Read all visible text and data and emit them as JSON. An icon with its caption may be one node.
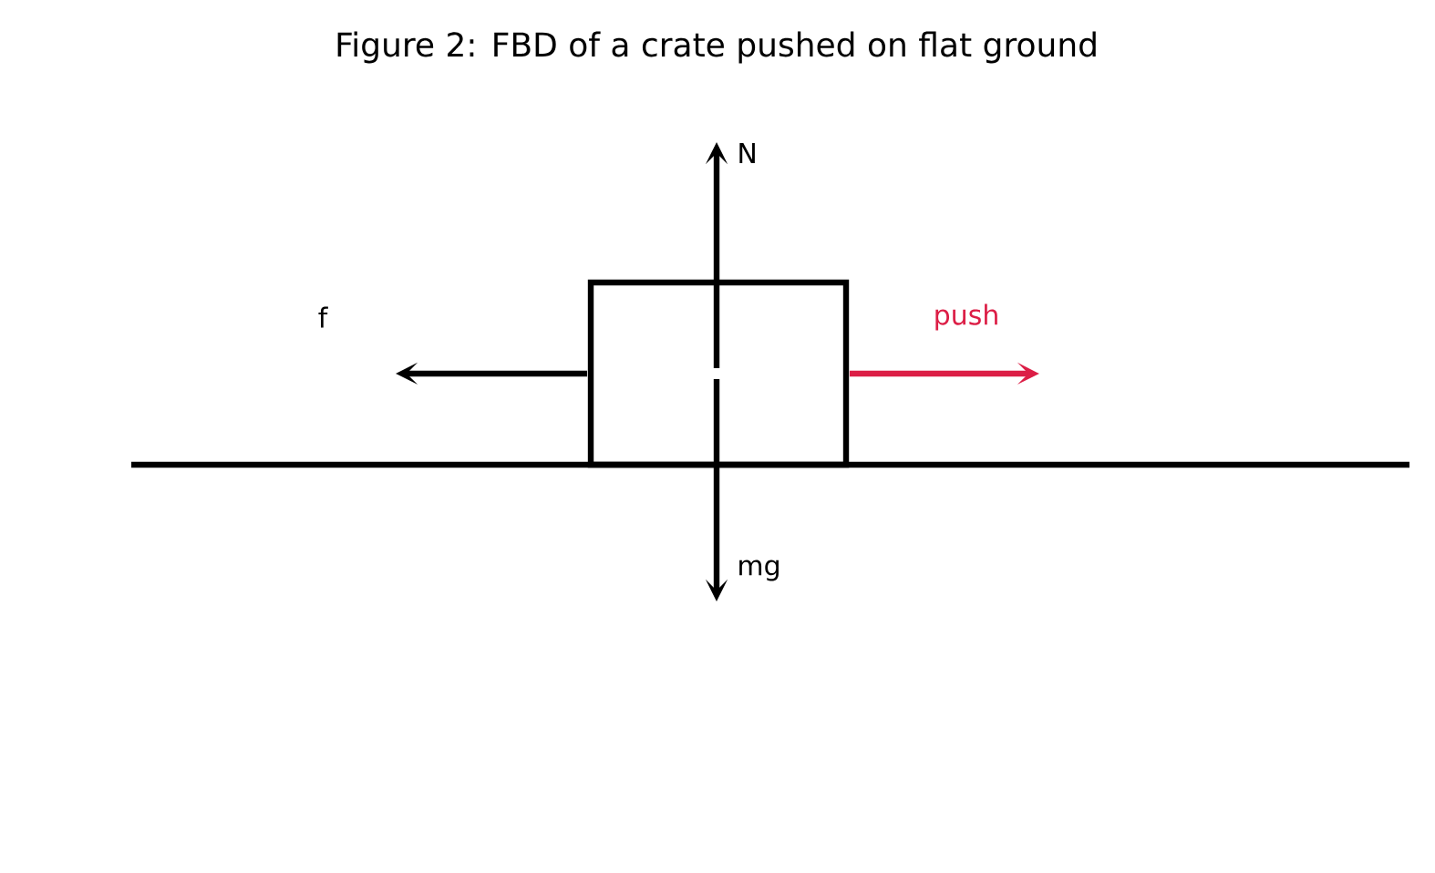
{
  "diagram": {
    "title": "Figure 2: FBD of a crate pushed on flat ground",
    "nodes": [
      {
        "text": [],
        "shape": "box"
      }
    ],
    "labels": [
      "N",
      "f",
      "push",
      "mg"
    ]
  }
}
